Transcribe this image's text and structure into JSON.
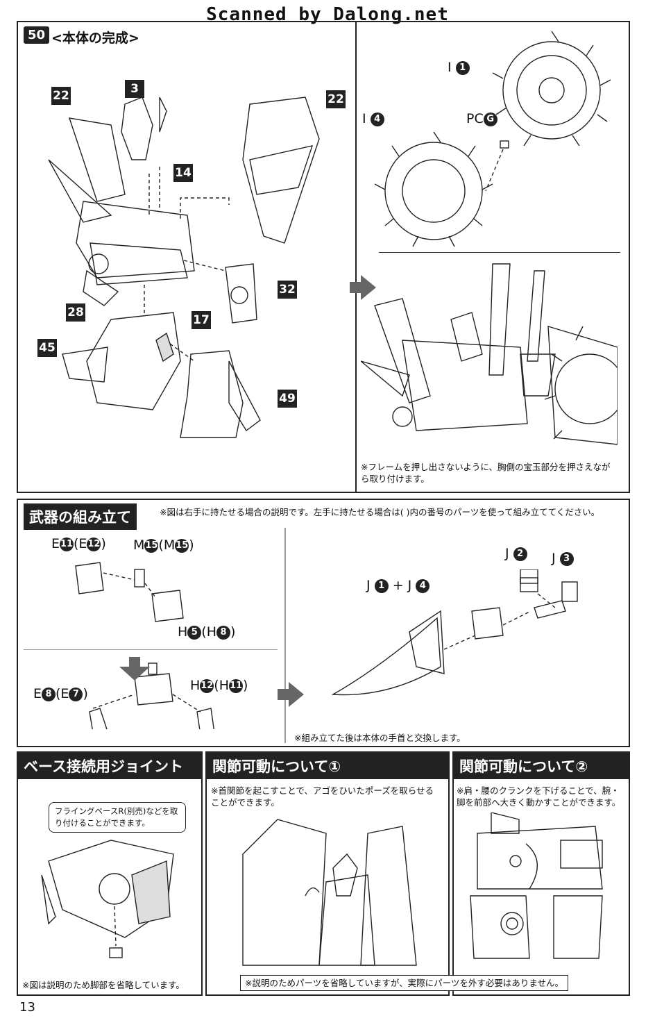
{
  "watermark": "Scanned by Dalong.net",
  "page_number": "13",
  "step50": {
    "number": "50",
    "title": "<本体の完成>",
    "parts": [
      "22",
      "3",
      "14",
      "22",
      "32",
      "28",
      "17",
      "45",
      "49"
    ],
    "shield_labels": {
      "i1": "I",
      "i1n": "1",
      "i4": "I",
      "i4n": "4",
      "pc": "PC",
      "pcn": "G"
    },
    "note": "※フレームを押し出さないように、胸側の宝玉部分を押さえながら取り付けます。"
  },
  "weapon": {
    "title": "武器の組み立て",
    "note": "※図は右手に持たせる場合の説明です。左手に持たせる場合は( )内の番号のパーツを使って組み立ててください。",
    "labels": {
      "e11": "E",
      "e11n": "11",
      "e11alt": "(E",
      "e11altn": "12",
      "close1": ")",
      "m15": "M",
      "m15n": "15",
      "m15alt": "(M",
      "m15altn": "15",
      "close2": ")",
      "h5": "H",
      "h5n": "5",
      "h5alt": "(H",
      "h5altn": "8",
      "close3": ")",
      "e8": "E",
      "e8n": "8",
      "e8alt": "(E",
      "e8altn": "7",
      "close4": ")",
      "h12": "H",
      "h12n": "12",
      "h12alt": "(H",
      "h12altn": "11",
      "close5": ")",
      "j1": "J",
      "j1n": "1",
      "plus": "+",
      "j4": "J",
      "j4n": "4",
      "j2": "J",
      "j2n": "2",
      "j3": "J",
      "j3n": "3"
    },
    "bottom_note": "※組み立てた後は本体の手首と交換します。"
  },
  "base_joint": {
    "title": "ベース接続用ジョイント",
    "callout": "フライングベースR(別売)などを取り付けることができます。",
    "note": "※図は説明のため脚部を省略しています。"
  },
  "joint1": {
    "title": "関節可動について①",
    "note": "※首関節を起こすことで、アゴをひいたポーズを取らせることができます。",
    "bottom_note": "※説明のためパーツを省略していますが、実際にパーツを外す必要はありません。"
  },
  "joint2": {
    "title": "関節可動について②",
    "note": "※肩・腰のクランクを下げることで、腕・脚を前部へ大きく動かすことができます。"
  }
}
